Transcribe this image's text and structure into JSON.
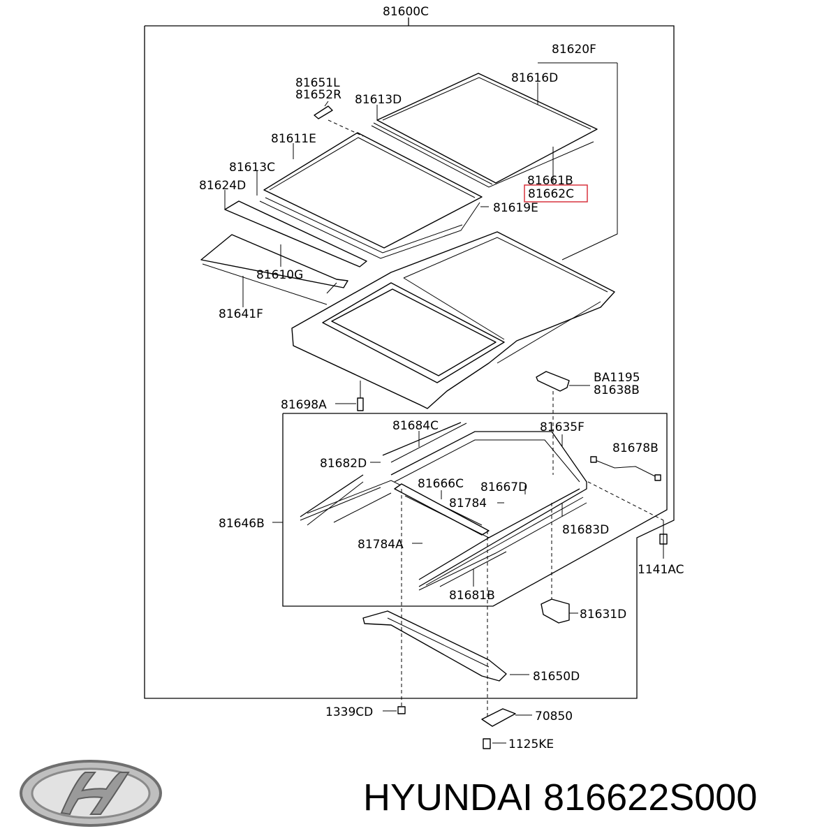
{
  "diagram": {
    "assembly_label": "81600C",
    "labels": {
      "p81620F": "81620F",
      "p81616D": "81616D",
      "p81651L": "81651L",
      "p81652R": "81652R",
      "p81613D": "81613D",
      "p81611E": "81611E",
      "p81613C": "81613C",
      "p81624D": "81624D",
      "p81661B": "81661B",
      "p81662C": "81662C",
      "p81619E": "81619E",
      "p81610G": "81610G",
      "p81641F": "81641F",
      "pBA1195": "BA1195",
      "p81638B": "81638B",
      "p81698A": "81698A",
      "p81684C": "81684C",
      "p81635F": "81635F",
      "p81678B": "81678B",
      "p81682D": "81682D",
      "p81666C": "81666C",
      "p81667D": "81667D",
      "p81784": "81784",
      "p81646B": "81646B",
      "p81683D": "81683D",
      "p81784A": "81784A",
      "p1141AC": "1141AC",
      "p81681B": "81681B",
      "p81631D": "81631D",
      "p81650D": "81650D",
      "p1339CD": "1339CD",
      "p70850": "70850",
      "p1125KE": "1125KE"
    },
    "highlighted_part": "81662C",
    "highlight_color": "#d9333f"
  },
  "footer": {
    "brand": "HYUNDAI",
    "part_number": "816622S000",
    "logo_icon": "hyundai-logo-icon"
  }
}
